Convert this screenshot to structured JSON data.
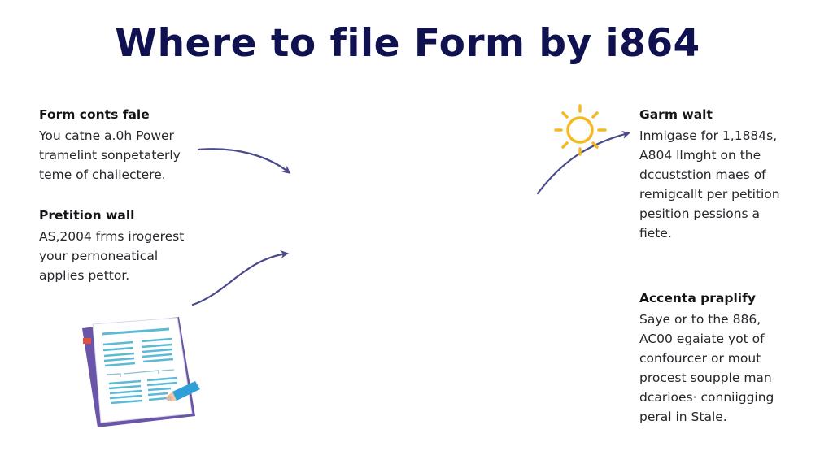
{
  "title": "Where to file Form by i864",
  "colors": {
    "title": "#0f1150",
    "arrow": "#4a4a8c",
    "sun": "#f5b820",
    "doc_spine": "#6a55a8",
    "doc_lines": "#5bbad5",
    "doc_tab": "#e0503c",
    "pencil": "#2f9fd8"
  },
  "icons": {
    "sun": "sun-icon",
    "document": "document-form-icon",
    "pencil": "pencil-icon",
    "arrow": "curved-arrow-icon"
  },
  "blocks": {
    "left_top": {
      "heading": "Form conts fale",
      "lines": [
        "You catne a.0h Power",
        "tramelint sonpetaterly",
        "teme of challectere."
      ]
    },
    "left_bottom": {
      "heading": "Pretition wall",
      "lines": [
        "AS,2004 frms irogerest",
        "your pernoneatical",
        "applies pettor."
      ]
    },
    "right_top": {
      "heading": "Garm walt",
      "lines": [
        "Inmigase for 1,1884s,",
        "A804 llmght on the",
        "dccuststion maes of",
        "remigcallt per petition",
        "pesition pessions a",
        "fiete."
      ]
    },
    "right_bottom": {
      "heading": "Accenta praplify",
      "lines": [
        "Saye or to the 886,",
        "AC00 egaiate yot of",
        "confourcer or mout",
        "procest soupple man",
        "dcarioes· conniigging",
        "peral in Stale."
      ]
    }
  }
}
